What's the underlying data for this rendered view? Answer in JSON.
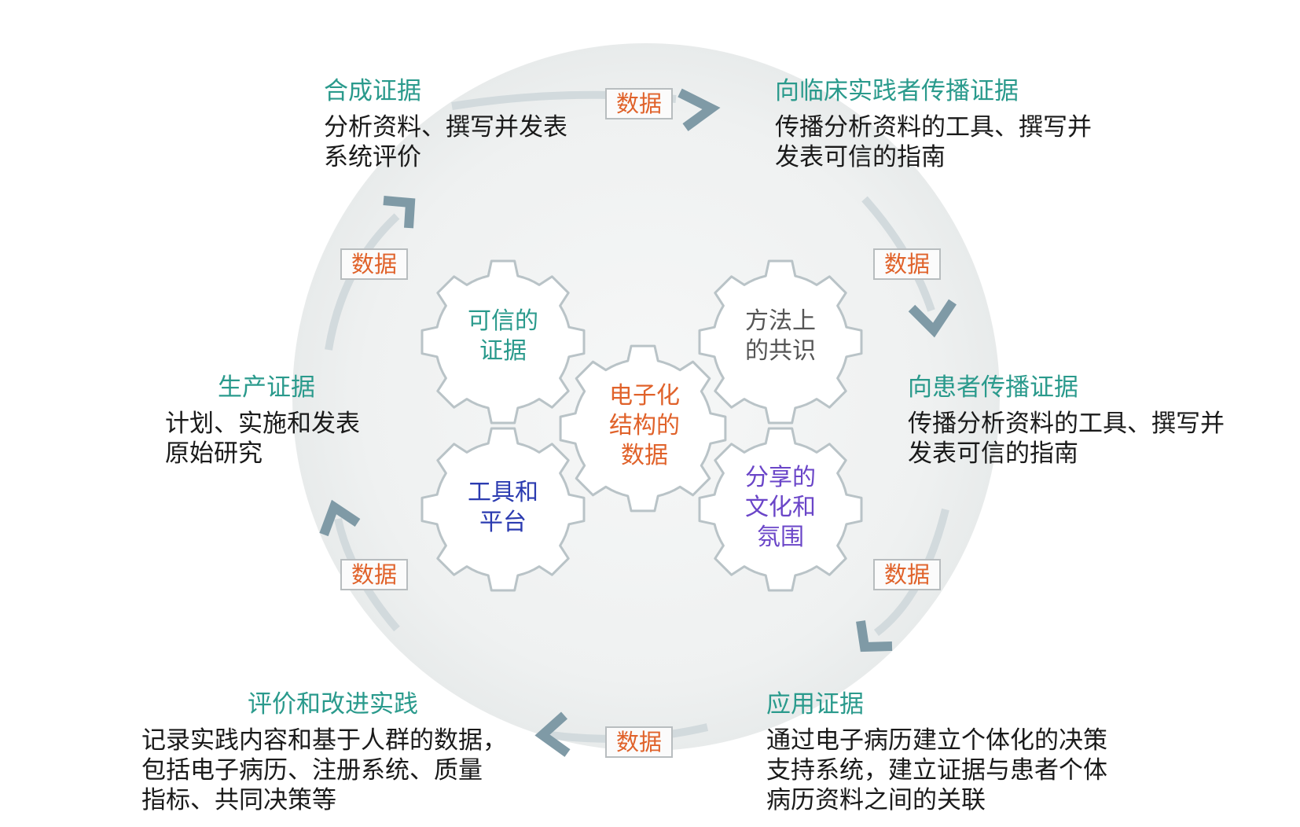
{
  "center": {
    "lines": [
      "电子化",
      "结构的",
      "数据"
    ],
    "color": "#e0622a"
  },
  "gears": [
    {
      "id": "trusted-evidence",
      "lines": [
        "可信的",
        "证据"
      ],
      "color": "#2a9a8c"
    },
    {
      "id": "methodological-consensus",
      "lines": [
        "方法上",
        "的共识"
      ],
      "color": "#555555"
    },
    {
      "id": "tools-platforms",
      "lines": [
        "工具和",
        "平台"
      ],
      "color": "#2b3bb0"
    },
    {
      "id": "sharing-culture",
      "lines": [
        "分享的",
        "文化和",
        "氛围"
      ],
      "color": "#6a45c8"
    }
  ],
  "stages": {
    "synthesize": {
      "title": "合成证据",
      "desc": [
        "分析资料、撰写并发表",
        "系统评价"
      ]
    },
    "clinicians": {
      "title": "向临床实践者传播证据",
      "desc": [
        "传播分析资料的工具、撰写并",
        "发表可信的指南"
      ]
    },
    "patients": {
      "title": "向患者传播证据",
      "desc": [
        "传播分析资料的工具、撰写并",
        "发表可信的指南"
      ]
    },
    "apply": {
      "title": "应用证据",
      "desc": [
        "通过电子病历建立个体化的决策",
        "支持系统，建立证据与患者个体",
        "病历资料之间的关联"
      ]
    },
    "evaluate": {
      "title": "评价和改进实践",
      "desc": [
        "记录实践内容和基于人群的数据，",
        "包括电子病历、注册系统、质量",
        "指标、共同决策等"
      ]
    },
    "produce": {
      "title": "生产证据",
      "desc": [
        "计划、实施和发表",
        "原始研究"
      ]
    }
  },
  "data_label": "数据",
  "colors": {
    "teal": "#2a9a8c",
    "orange": "#e0622a",
    "arrow": "#7f9aa6",
    "circle": "#eef0f0"
  }
}
